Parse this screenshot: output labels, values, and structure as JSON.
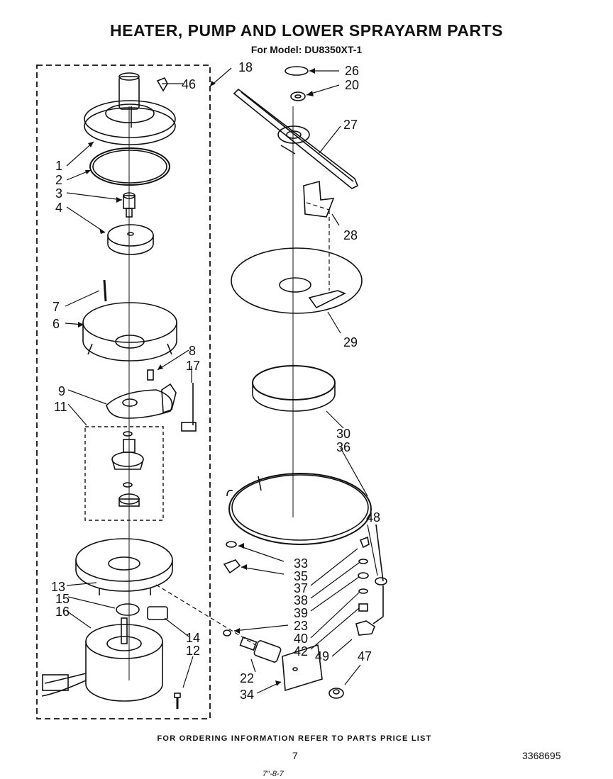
{
  "header": {
    "title": "HEATER, PUMP AND LOWER SPRAYARM PARTS",
    "subtitle": "For Model: DU8350XT-1"
  },
  "footer": {
    "ordering_note": "FOR ORDERING INFORMATION REFER TO PARTS PRICE LIST",
    "page_number": "7",
    "document_number": "3368695",
    "handwritten_note": "7′′-8-7"
  },
  "callouts": {
    "p1": "1",
    "p2": "2",
    "p3": "3",
    "p4": "4",
    "p6": "6",
    "p7": "7",
    "p8": "8",
    "p9": "9",
    "p11": "11",
    "p12": "12",
    "p13": "13",
    "p14": "14",
    "p15": "15",
    "p16": "16",
    "p17": "17",
    "p18": "18",
    "p20": "20",
    "p22": "22",
    "p23": "23",
    "p26": "26",
    "p27": "27",
    "p28": "28",
    "p29": "29",
    "p30": "30",
    "p33": "33",
    "p34": "34",
    "p35": "35",
    "p36": "36",
    "p37": "37",
    "p38": "38",
    "p39": "39",
    "p40": "40",
    "p42": "42",
    "p46": "46",
    "p47": "47",
    "p48": "48",
    "p49": "49"
  }
}
